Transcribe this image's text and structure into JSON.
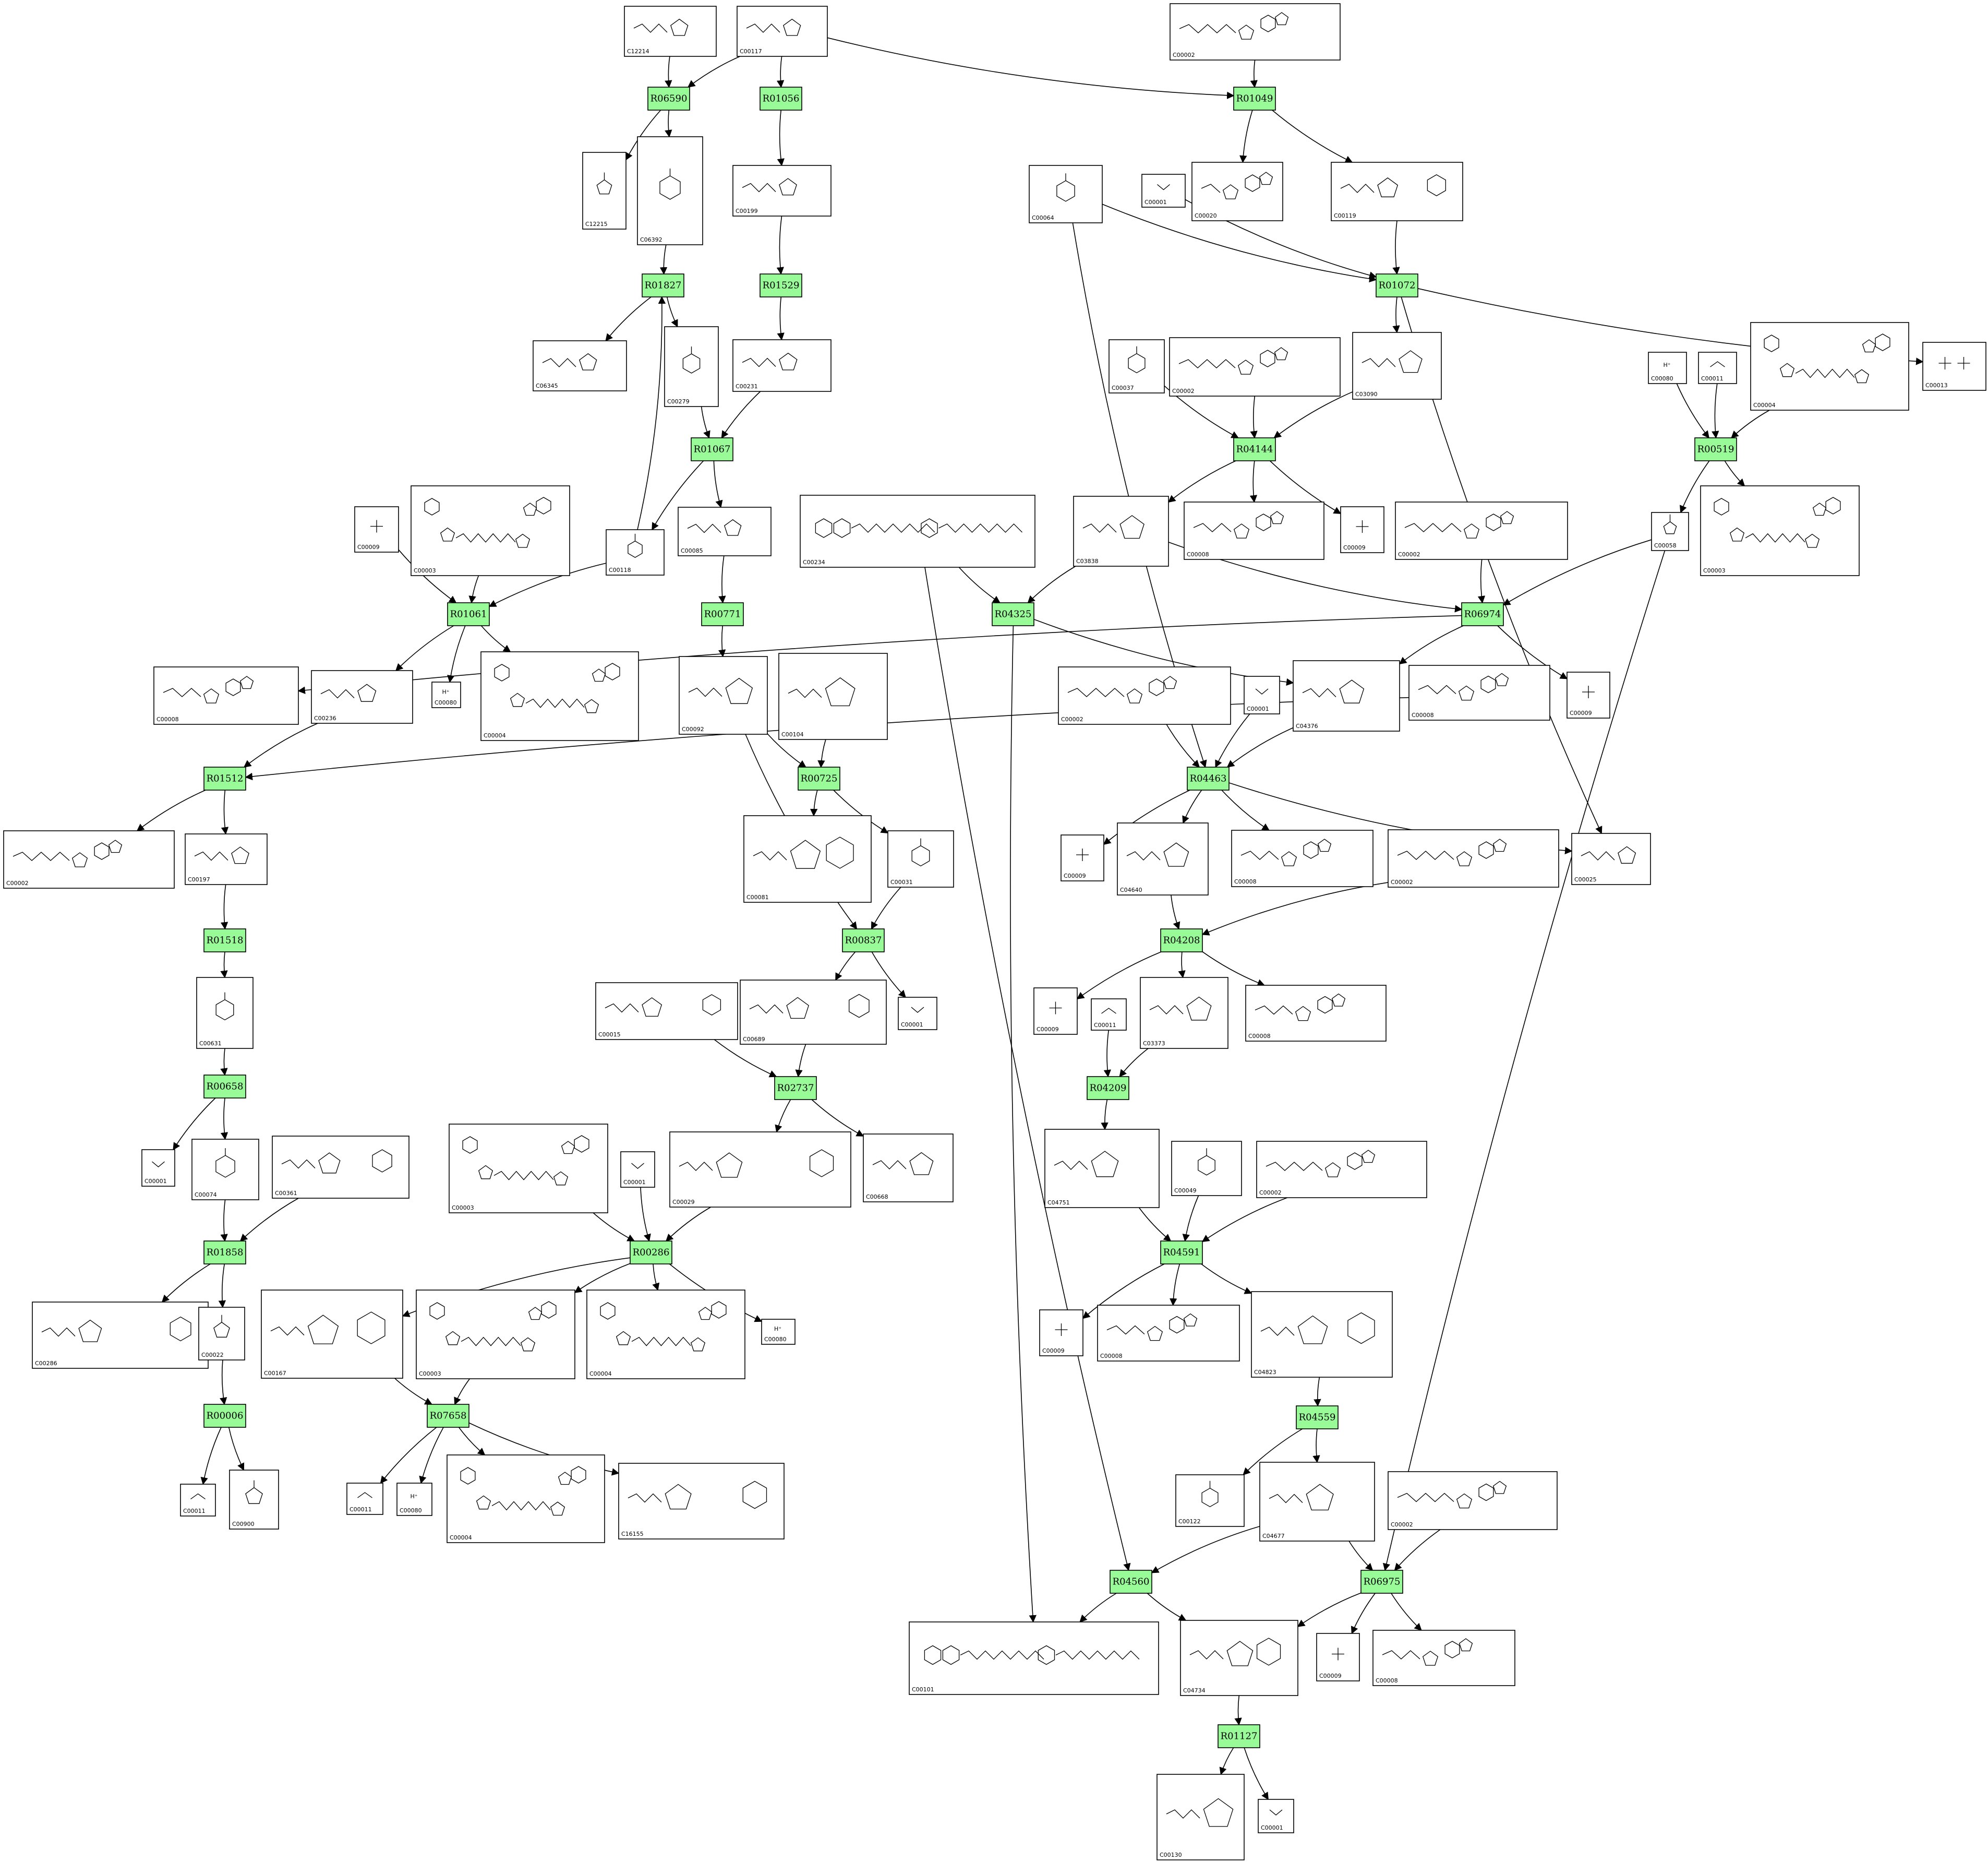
{
  "reactions": [
    {
      "id": "R06590",
      "label": "R06590"
    },
    {
      "id": "R01056",
      "label": "R01056"
    },
    {
      "id": "R01049",
      "label": "R01049"
    },
    {
      "id": "R01827",
      "label": "R01827"
    },
    {
      "id": "R01529",
      "label": "R01529"
    },
    {
      "id": "R01072",
      "label": "R01072"
    },
    {
      "id": "R01067",
      "label": "R01067"
    },
    {
      "id": "R04144",
      "label": "R04144"
    },
    {
      "id": "R00519",
      "label": "R00519"
    },
    {
      "id": "R01061",
      "label": "R01061"
    },
    {
      "id": "R00771",
      "label": "R00771"
    },
    {
      "id": "R04325",
      "label": "R04325"
    },
    {
      "id": "R06974",
      "label": "R06974"
    },
    {
      "id": "R01512",
      "label": "R01512"
    },
    {
      "id": "R00725",
      "label": "R00725"
    },
    {
      "id": "R04463",
      "label": "R04463"
    },
    {
      "id": "R01518",
      "label": "R01518"
    },
    {
      "id": "R00837",
      "label": "R00837"
    },
    {
      "id": "R04208",
      "label": "R04208"
    },
    {
      "id": "R00658",
      "label": "R00658"
    },
    {
      "id": "R02737",
      "label": "R02737"
    },
    {
      "id": "R04209",
      "label": "R04209"
    },
    {
      "id": "R01858",
      "label": "R01858"
    },
    {
      "id": "R00286",
      "label": "R00286"
    },
    {
      "id": "R04591",
      "label": "R04591"
    },
    {
      "id": "R00006",
      "label": "R00006"
    },
    {
      "id": "R07658",
      "label": "R07658"
    },
    {
      "id": "R04559",
      "label": "R04559"
    },
    {
      "id": "R04560",
      "label": "R04560"
    },
    {
      "id": "R06975",
      "label": "R06975"
    },
    {
      "id": "R01127",
      "label": "R01127"
    }
  ],
  "compounds": [
    {
      "id": "C12214",
      "label": "C12214"
    },
    {
      "id": "C00117",
      "label": "C00117"
    },
    {
      "id": "C00002a",
      "label": "C00002"
    },
    {
      "id": "C12215",
      "label": "C12215"
    },
    {
      "id": "C06392",
      "label": "C06392"
    },
    {
      "id": "C00199",
      "label": "C00199"
    },
    {
      "id": "C00064",
      "label": "C00064"
    },
    {
      "id": "C00001a",
      "label": "C00001"
    },
    {
      "id": "C00020",
      "label": "C00020"
    },
    {
      "id": "C00119",
      "label": "C00119"
    },
    {
      "id": "C06345",
      "label": "C06345"
    },
    {
      "id": "C00279",
      "label": "C00279"
    },
    {
      "id": "C00231",
      "label": "C00231"
    },
    {
      "id": "C00037",
      "label": "C00037"
    },
    {
      "id": "C00002b",
      "label": "C00002"
    },
    {
      "id": "C03090",
      "label": "C03090"
    },
    {
      "id": "C00080a",
      "label": "C00080"
    },
    {
      "id": "C00011a",
      "label": "C00011"
    },
    {
      "id": "C00004a",
      "label": "C00004"
    },
    {
      "id": "C00013",
      "label": "C00013"
    },
    {
      "id": "C00009a",
      "label": "C00009"
    },
    {
      "id": "C00003a",
      "label": "C00003"
    },
    {
      "id": "C00118",
      "label": "C00118"
    },
    {
      "id": "C00085",
      "label": "C00085"
    },
    {
      "id": "C00234",
      "label": "C00234"
    },
    {
      "id": "C03838",
      "label": "C03838"
    },
    {
      "id": "C00008a",
      "label": "C00008"
    },
    {
      "id": "C00009b",
      "label": "C00009"
    },
    {
      "id": "C00002c",
      "label": "C00002"
    },
    {
      "id": "C00003b",
      "label": "C00003"
    },
    {
      "id": "C00058",
      "label": "C00058"
    },
    {
      "id": "C00008b",
      "label": "C00008"
    },
    {
      "id": "C00236",
      "label": "C00236"
    },
    {
      "id": "C00080b",
      "label": "C00080"
    },
    {
      "id": "C00004b",
      "label": "C00004"
    },
    {
      "id": "C00092",
      "label": "C00092"
    },
    {
      "id": "C00104",
      "label": "C00104"
    },
    {
      "id": "C00002d",
      "label": "C00002"
    },
    {
      "id": "C00001b",
      "label": "C00001"
    },
    {
      "id": "C04376",
      "label": "C04376"
    },
    {
      "id": "C00008c",
      "label": "C00008"
    },
    {
      "id": "C00009c",
      "label": "C00009"
    },
    {
      "id": "C00002e",
      "label": "C00002"
    },
    {
      "id": "C00197",
      "label": "C00197"
    },
    {
      "id": "C00081",
      "label": "C00081"
    },
    {
      "id": "C00031",
      "label": "C00031"
    },
    {
      "id": "C00009d",
      "label": "C00009"
    },
    {
      "id": "C04640",
      "label": "C04640"
    },
    {
      "id": "C00008d",
      "label": "C00008"
    },
    {
      "id": "C00002f",
      "label": "C00002"
    },
    {
      "id": "C00025",
      "label": "C00025"
    },
    {
      "id": "C00631",
      "label": "C00631"
    },
    {
      "id": "C00015",
      "label": "C00015"
    },
    {
      "id": "C00689",
      "label": "C00689"
    },
    {
      "id": "C00001c",
      "label": "C00001"
    },
    {
      "id": "C00009e",
      "label": "C00009"
    },
    {
      "id": "C00011b",
      "label": "C00011"
    },
    {
      "id": "C03373",
      "label": "C03373"
    },
    {
      "id": "C00008e",
      "label": "C00008"
    },
    {
      "id": "C00001d",
      "label": "C00001"
    },
    {
      "id": "C00074",
      "label": "C00074"
    },
    {
      "id": "C00361",
      "label": "C00361"
    },
    {
      "id": "C00003c",
      "label": "C00003"
    },
    {
      "id": "C00001e",
      "label": "C00001"
    },
    {
      "id": "C00029",
      "label": "C00029"
    },
    {
      "id": "C00668",
      "label": "C00668"
    },
    {
      "id": "C04751",
      "label": "C04751"
    },
    {
      "id": "C00049",
      "label": "C00049"
    },
    {
      "id": "C00002g",
      "label": "C00002"
    },
    {
      "id": "C00286",
      "label": "C00286"
    },
    {
      "id": "C00022",
      "label": "C00022"
    },
    {
      "id": "C00167",
      "label": "C00167"
    },
    {
      "id": "C00003d",
      "label": "C00003"
    },
    {
      "id": "C00004c",
      "label": "C00004"
    },
    {
      "id": "C00080c",
      "label": "C00080"
    },
    {
      "id": "C00009f",
      "label": "C00009"
    },
    {
      "id": "C00008f",
      "label": "C00008"
    },
    {
      "id": "C04823",
      "label": "C04823"
    },
    {
      "id": "C00011c",
      "label": "C00011"
    },
    {
      "id": "C00900",
      "label": "C00900"
    },
    {
      "id": "C00011d",
      "label": "C00011"
    },
    {
      "id": "C00080d",
      "label": "C00080"
    },
    {
      "id": "C00004d",
      "label": "C00004"
    },
    {
      "id": "C16155",
      "label": "C16155"
    },
    {
      "id": "C00122",
      "label": "C00122"
    },
    {
      "id": "C04677",
      "label": "C04677"
    },
    {
      "id": "C00002h",
      "label": "C00002"
    },
    {
      "id": "C00101",
      "label": "C00101"
    },
    {
      "id": "C04734",
      "label": "C04734"
    },
    {
      "id": "C00009g",
      "label": "C00009"
    },
    {
      "id": "C00008g",
      "label": "C00008"
    },
    {
      "id": "C00130",
      "label": "C00130"
    },
    {
      "id": "C00001f",
      "label": "C00001"
    }
  ],
  "edges": [
    [
      "C12214",
      "R06590"
    ],
    [
      "C00117",
      "R06590"
    ],
    [
      "C00117",
      "R01056"
    ],
    [
      "C00117",
      "R01049"
    ],
    [
      "C00002a",
      "R01049"
    ],
    [
      "R06590",
      "C12215"
    ],
    [
      "R06590",
      "C06392"
    ],
    [
      "R01056",
      "C00199"
    ],
    [
      "R01049",
      "C00020"
    ],
    [
      "R01049",
      "C00119"
    ],
    [
      "C06392",
      "R01827"
    ],
    [
      "C00199",
      "R01529"
    ],
    [
      "R01827",
      "C06345"
    ],
    [
      "R01827",
      "C00279"
    ],
    [
      "R01529",
      "C00231"
    ],
    [
      "C00064",
      "R01072"
    ],
    [
      "C00001a",
      "R01072"
    ],
    [
      "C00119",
      "R01072"
    ],
    [
      "R01072",
      "C03090"
    ],
    [
      "R01072",
      "C00013"
    ],
    [
      "R01072",
      "C00025"
    ],
    [
      "C00064",
      "R04463"
    ],
    [
      "C00279",
      "R01067"
    ],
    [
      "C00231",
      "R01067"
    ],
    [
      "R01067",
      "C00118"
    ],
    [
      "R01067",
      "C00085"
    ],
    [
      "C00118",
      "R01827"
    ],
    [
      "C00037",
      "R04144"
    ],
    [
      "C00002b",
      "R04144"
    ],
    [
      "C03090",
      "R04144"
    ],
    [
      "R04144",
      "C03838"
    ],
    [
      "R04144",
      "C00008a"
    ],
    [
      "R04144",
      "C00009b"
    ],
    [
      "C00080a",
      "R00519"
    ],
    [
      "C00011a",
      "R00519"
    ],
    [
      "C00004a",
      "R00519"
    ],
    [
      "R00519",
      "C00058"
    ],
    [
      "R00519",
      "C00003b"
    ],
    [
      "C00058",
      "R06974"
    ],
    [
      "C00058",
      "R06975"
    ],
    [
      "C00009a",
      "R01061"
    ],
    [
      "C00003a",
      "R01061"
    ],
    [
      "C00118",
      "R01061"
    ],
    [
      "R01061",
      "C00236"
    ],
    [
      "R01061",
      "C00080b"
    ],
    [
      "R01061",
      "C00004b"
    ],
    [
      "C00085",
      "R00771"
    ],
    [
      "R00771",
      "C00092"
    ],
    [
      "C00234",
      "R04325"
    ],
    [
      "C03838",
      "R04325"
    ],
    [
      "R04325",
      "C04376"
    ],
    [
      "R04325",
      "C00101"
    ],
    [
      "C00234",
      "R04560"
    ],
    [
      "C03838",
      "R06974"
    ],
    [
      "C00002c",
      "R06974"
    ],
    [
      "R06974",
      "C04376"
    ],
    [
      "R06974",
      "C00008b"
    ],
    [
      "R06974",
      "C00009c"
    ],
    [
      "C00008c",
      "R01512"
    ],
    [
      "C00236",
      "R01512"
    ],
    [
      "R01512",
      "C00002e"
    ],
    [
      "R01512",
      "C00197"
    ],
    [
      "C00092",
      "R00725"
    ],
    [
      "C00104",
      "R00725"
    ],
    [
      "R00725",
      "C00081"
    ],
    [
      "R00725",
      "C00031"
    ],
    [
      "C00092",
      "R00837"
    ],
    [
      "C00002d",
      "R04463"
    ],
    [
      "C00001b",
      "R04463"
    ],
    [
      "C04376",
      "R04463"
    ],
    [
      "R04463",
      "C00009d"
    ],
    [
      "R04463",
      "C04640"
    ],
    [
      "R04463",
      "C00008d"
    ],
    [
      "R04463",
      "C00025"
    ],
    [
      "C00197",
      "R01518"
    ],
    [
      "R01518",
      "C00631"
    ],
    [
      "C00031",
      "R00837"
    ],
    [
      "R00837",
      "C00689"
    ],
    [
      "R00837",
      "C00001c"
    ],
    [
      "C04640",
      "R04208"
    ],
    [
      "C00002f",
      "R04208"
    ],
    [
      "R04208",
      "C00009e"
    ],
    [
      "R04208",
      "C03373"
    ],
    [
      "R04208",
      "C00008e"
    ],
    [
      "C00631",
      "R00658"
    ],
    [
      "R00658",
      "C00001d"
    ],
    [
      "R00658",
      "C00074"
    ],
    [
      "C00015",
      "R02737"
    ],
    [
      "C00689",
      "R02737"
    ],
    [
      "R02737",
      "C00029"
    ],
    [
      "R02737",
      "C00668"
    ],
    [
      "C00011b",
      "R04209"
    ],
    [
      "C03373",
      "R04209"
    ],
    [
      "R04209",
      "C04751"
    ],
    [
      "C00074",
      "R01858"
    ],
    [
      "C00361",
      "R01858"
    ],
    [
      "R01858",
      "C00286"
    ],
    [
      "R01858",
      "C00022"
    ],
    [
      "C00003c",
      "R00286"
    ],
    [
      "C00001e",
      "R00286"
    ],
    [
      "C00029",
      "R00286"
    ],
    [
      "R00286",
      "C00167"
    ],
    [
      "R00286",
      "C00004c"
    ],
    [
      "R00286",
      "C00080c"
    ],
    [
      "R00286",
      "C00003d"
    ],
    [
      "C04751",
      "R04591"
    ],
    [
      "C00049",
      "R04591"
    ],
    [
      "C00002g",
      "R04591"
    ],
    [
      "R04591",
      "C00009f"
    ],
    [
      "R04591",
      "C00008f"
    ],
    [
      "R04591",
      "C04823"
    ],
    [
      "C00022",
      "R00006"
    ],
    [
      "R00006",
      "C00011c"
    ],
    [
      "R00006",
      "C00900"
    ],
    [
      "C00167",
      "R07658"
    ],
    [
      "C00003d",
      "R07658"
    ],
    [
      "R07658",
      "C00011d"
    ],
    [
      "R07658",
      "C00080d"
    ],
    [
      "R07658",
      "C00004d"
    ],
    [
      "R07658",
      "C16155"
    ],
    [
      "C04823",
      "R04559"
    ],
    [
      "R04559",
      "C00122"
    ],
    [
      "R04559",
      "C04677"
    ],
    [
      "C04677",
      "R04560"
    ],
    [
      "R04560",
      "C00101"
    ],
    [
      "R04560",
      "C04734"
    ],
    [
      "C04677",
      "R06975"
    ],
    [
      "C00002h",
      "R06975"
    ],
    [
      "R06975",
      "C04734"
    ],
    [
      "R06975",
      "C00009g"
    ],
    [
      "R06975",
      "C00008g"
    ],
    [
      "C04734",
      "R01127"
    ],
    [
      "R01127",
      "C00130"
    ],
    [
      "R01127",
      "C00001f"
    ]
  ]
}
